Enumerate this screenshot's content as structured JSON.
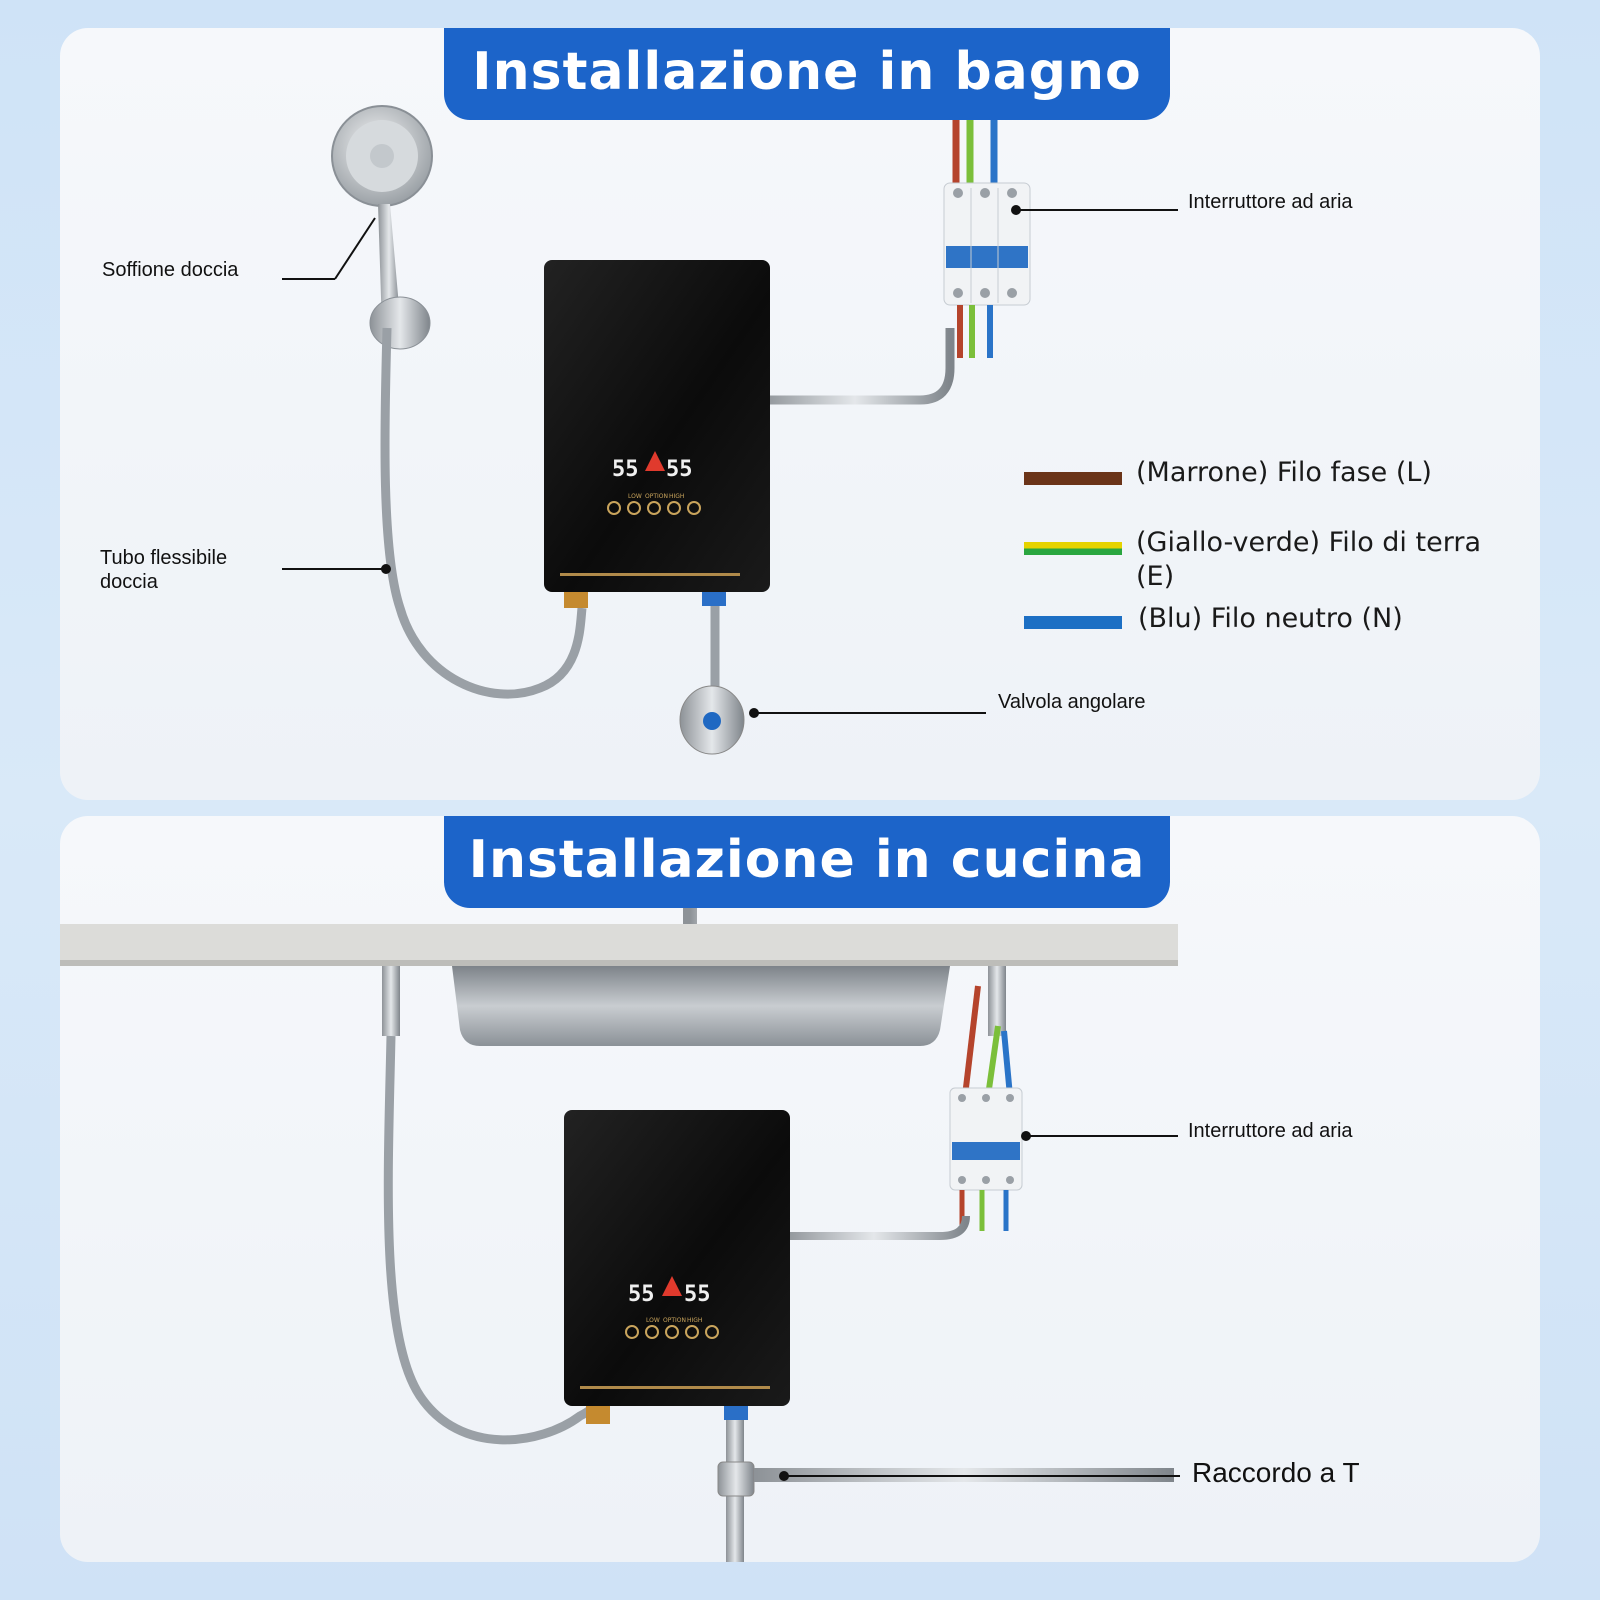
{
  "bathroom": {
    "title": "Installazione in bagno",
    "labels": {
      "shower_head": "Soffione doccia",
      "shower_hose": "Tubo flessibile doccia",
      "air_switch": "Interruttore ad aria",
      "angle_valve": "Valvola angolare"
    },
    "legend": [
      {
        "text": "(Marrone) Filo fase (L)",
        "color": "#6b3419"
      },
      {
        "text": "(Giallo-verde) Filo di terra (E)",
        "color": "#e6d300",
        "color2": "#2aa640"
      },
      {
        "text": "(Blu) Filo neutro (N)",
        "color": "#1c6fc4"
      }
    ],
    "display": {
      "temp_left": "55",
      "temp_right": "55",
      "buttons": [
        "LOW",
        "OPTION",
        "HIGH"
      ]
    }
  },
  "kitchen": {
    "title": "Installazione in cucina",
    "labels": {
      "air_switch": "Interruttore ad aria",
      "tee_fitting": "Raccordo a T"
    },
    "display": {
      "temp_left": "55",
      "temp_right": "55",
      "buttons": [
        "LOW",
        "OPTION",
        "HIGH"
      ]
    }
  },
  "colors": {
    "banner": "#1c64c9",
    "heater": "#111111",
    "wire_brown": "#b5442c",
    "wire_green": "#7bbf3a",
    "wire_blue": "#2a74c8"
  }
}
